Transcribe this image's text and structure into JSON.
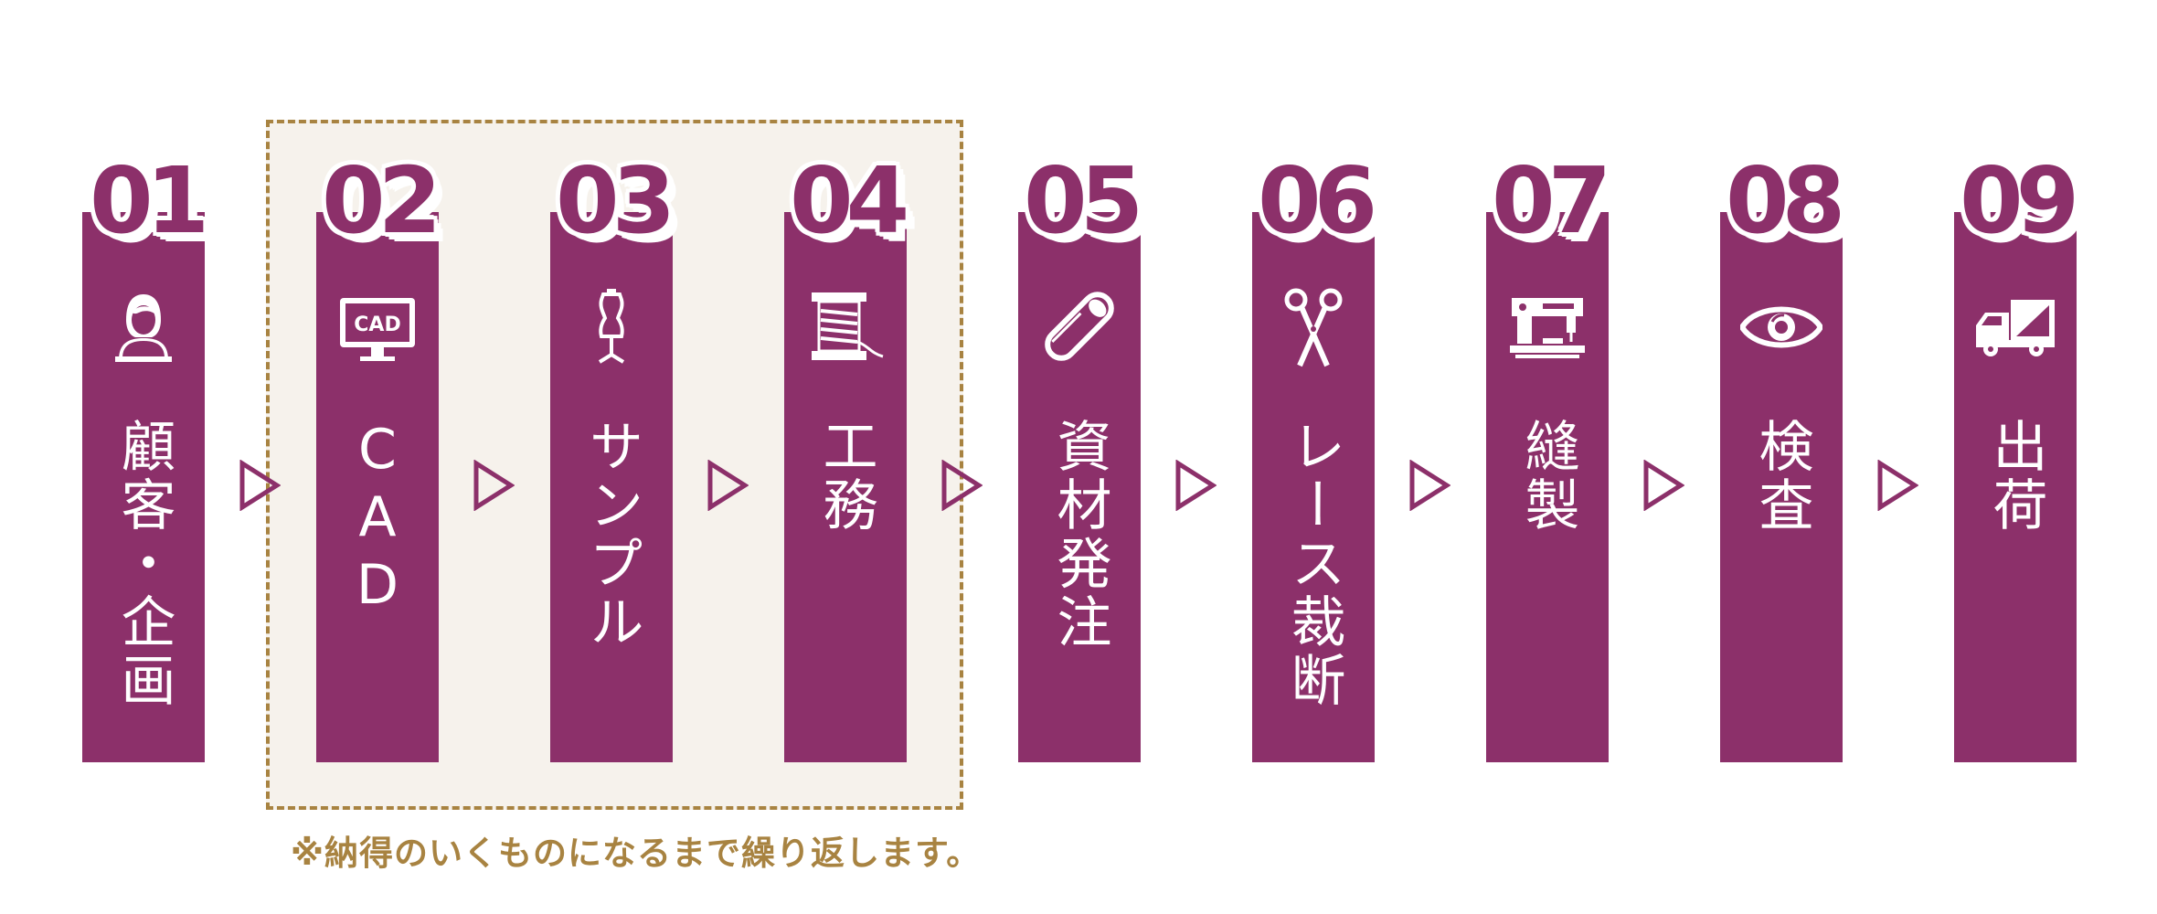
{
  "colors": {
    "step_fill": "#8c306a",
    "loop_fill": "#f6f2ec",
    "loop_border": "#a88341",
    "note_text": "#a88341",
    "label_text": "#ffffff"
  },
  "loop_note": "※納得のいくものになるまで繰り返します。",
  "steps": [
    {
      "number": "01",
      "label": "顧客・企画",
      "icon": "customer-icon"
    },
    {
      "number": "02",
      "label": "CAD",
      "icon": "cad-monitor-icon"
    },
    {
      "number": "03",
      "label": "サンプル",
      "icon": "dress-form-icon"
    },
    {
      "number": "04",
      "label": "工務",
      "icon": "thread-spool-icon"
    },
    {
      "number": "05",
      "label": "資材発注",
      "icon": "fabric-roll-icon"
    },
    {
      "number": "06",
      "label": "レース裁断",
      "icon": "scissors-icon"
    },
    {
      "number": "07",
      "label": "縫製",
      "icon": "sewing-machine-icon"
    },
    {
      "number": "08",
      "label": "検査",
      "icon": "eye-icon"
    },
    {
      "number": "09",
      "label": "出荷",
      "icon": "truck-icon"
    }
  ],
  "cad_icon_text": "CAD"
}
